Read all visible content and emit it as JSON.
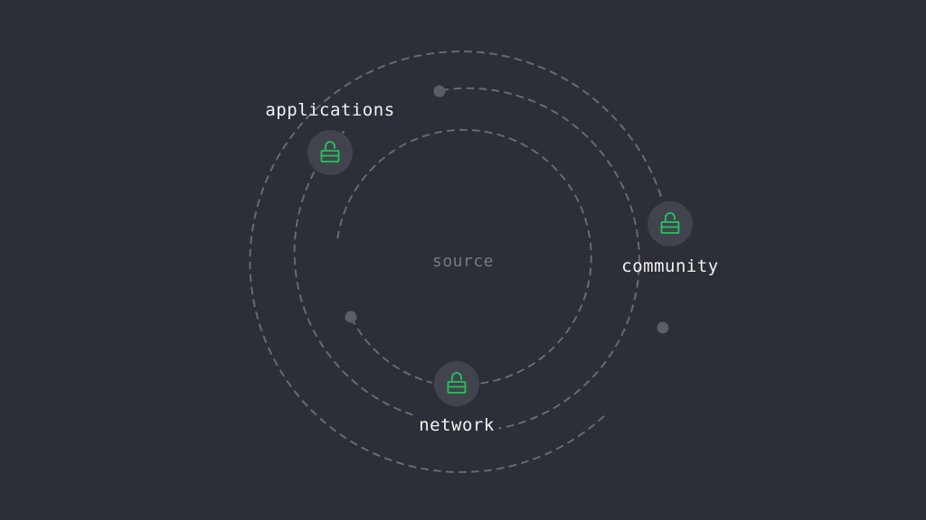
{
  "center_label": "source",
  "nodes": [
    {
      "id": "applications",
      "label": "applications",
      "icon": "unlocked-padlock-icon"
    },
    {
      "id": "community",
      "label": "community",
      "icon": "unlocked-padlock-icon"
    },
    {
      "id": "network",
      "label": "network",
      "icon": "unlocked-padlock-icon"
    }
  ],
  "colors": {
    "background": "#2c2f37",
    "orbit": "#666a72",
    "node_circle": "#41444c",
    "lock": "#22c55e",
    "dot": "#5b5e66",
    "label": "#f2f2f2",
    "center_label": "#767a83"
  }
}
